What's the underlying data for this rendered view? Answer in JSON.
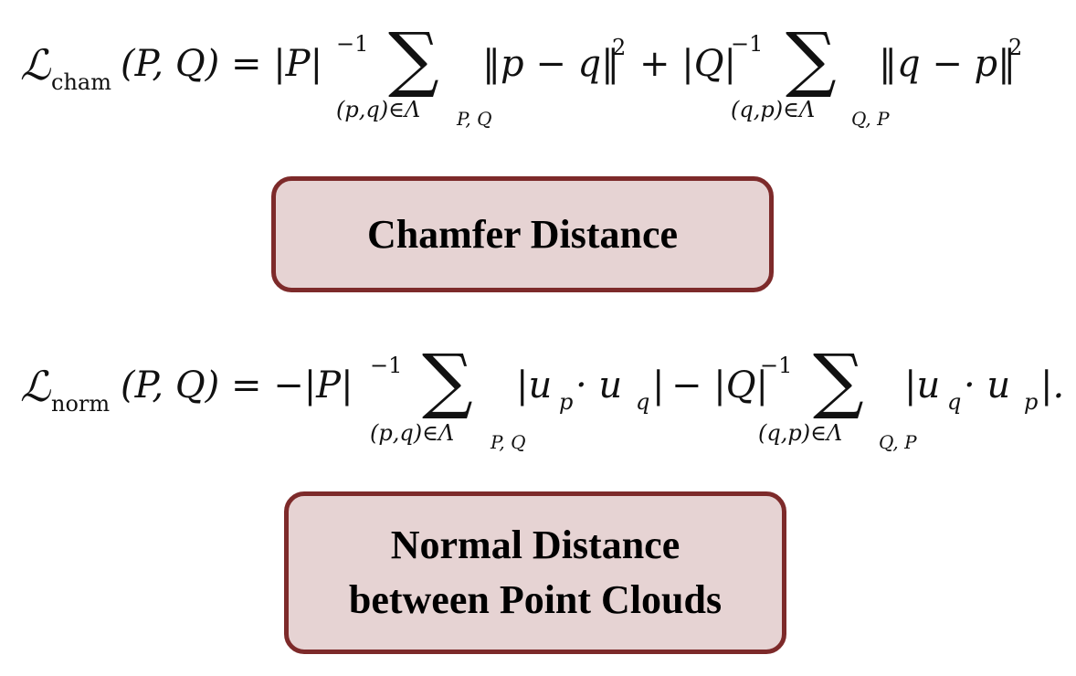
{
  "chamfer": {
    "L": "ℒ",
    "sub": "cham",
    "lhs": "(P, Q) = |P|",
    "exp1": "−1",
    "sum1": "∑",
    "term1": "‖p − q‖",
    "sq1": "2",
    "mid": "+ |Q|",
    "exp2": "−1",
    "sum2": "∑",
    "term2": "‖q − p‖",
    "sq2": "2",
    "under1": "(p,q)∈Λ",
    "under1sub": "P, Q",
    "under2": "(q,p)∈Λ",
    "under2sub": "Q, P",
    "label": "Chamfer Distance"
  },
  "normal": {
    "L": "ℒ",
    "sub": "norm",
    "lhs": "(P, Q) = −|P|",
    "exp1": "−1",
    "sum1": "∑",
    "term1": "|u",
    "t1s1": "p",
    "t1mid": " · u",
    "t1s2": "q",
    "t1end": "|",
    "mid": "− |Q|",
    "exp2": "−1",
    "sum2": "∑",
    "term2": "|u",
    "t2s1": "q",
    "t2mid": " · u",
    "t2s2": "p",
    "t2end": "|.",
    "under1": "(p,q)∈Λ",
    "under1sub": "P, Q",
    "under2": "(q,p)∈Λ",
    "under2sub": "Q, P",
    "label_line1": "Normal Distance",
    "label_line2": "between Point Clouds"
  }
}
